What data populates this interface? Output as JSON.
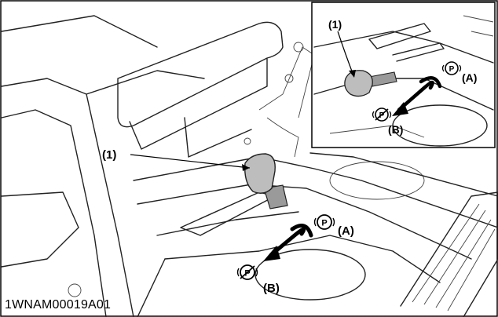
{
  "figure": {
    "code": "1WNAM00019A01",
    "main_view": {
      "callout_1": "(1)",
      "label_a": "(A)",
      "label_b": "(B)"
    },
    "inset_view": {
      "callout_1": "(1)",
      "label_a": "(A)",
      "label_b": "(B)"
    },
    "icons": [
      "parking-brake-icon",
      "parking-brake-release-icon"
    ],
    "colors": {
      "ink": "#000000",
      "knob": "#bdbdbd",
      "background": "#ffffff"
    }
  }
}
